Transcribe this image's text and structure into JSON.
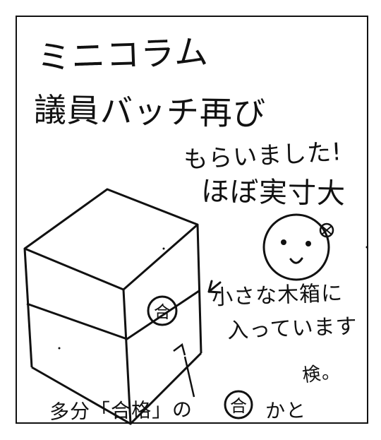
{
  "column": {
    "title": "ミニコラム",
    "headline": "議員バッチ再び",
    "subline": "もらいました!",
    "size_note": "ほぼ実寸大",
    "label_line1": "小さな木箱に",
    "label_line2": "入っています",
    "footer_text": "多分「合格」の",
    "circle_char": "合",
    "footer_suffix": "かと",
    "aside": "検。"
  }
}
